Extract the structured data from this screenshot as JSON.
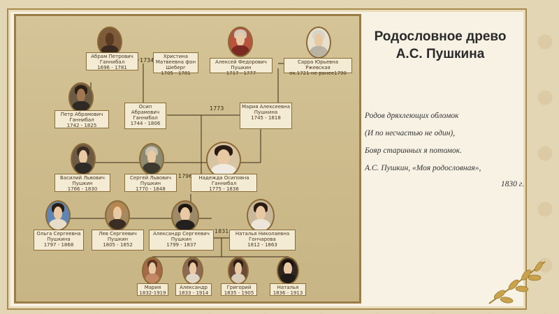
{
  "slide": {
    "title_line1": "Родословное древо",
    "title_line2": "А.С. Пушкина",
    "quote_lines": [
      "Родов дряхлеющих обломок",
      "(И по несчастью не один),",
      "Бояр старинных я потомок.",
      "А.С. Пушкин, «Моя родословная»,"
    ],
    "quote_year": "1830 г."
  },
  "tree": {
    "marriage_years": {
      "hannibal": "1734",
      "osip": "1773",
      "sergey": "1796",
      "alexander": "1831"
    },
    "persons": {
      "abram": {
        "name": "Абрам Петрович Ганнибал",
        "dates": "1696 - 1781"
      },
      "christina": {
        "name": "Христина Матвеевна фон Шеберг",
        "dates": "1705 - 1781"
      },
      "alexey": {
        "name": "Алексей Федорович Пушкин",
        "dates": "1717 - 1777"
      },
      "sarra": {
        "name": "Сарра Юрьевна Ржевская",
        "dates": "ок.1721-не ранее1790"
      },
      "petr": {
        "name": "Петр Абрамович Ганнибал",
        "dates": "1742 - 1825"
      },
      "osip": {
        "name": "Осип Абрамович Ганнибал",
        "dates": "1744 - 1806"
      },
      "maria_a": {
        "name": "Мария Алексеевна Пушкина",
        "dates": "1745 - 1818"
      },
      "vasily": {
        "name": "Василий Львович Пушкин",
        "dates": "1766 - 1830"
      },
      "sergey": {
        "name": "Сергей Львович Пушкин",
        "dates": "1770 - 1848"
      },
      "nadezhda": {
        "name": "Надежда Осиповна Ганнибал",
        "dates": "1775 - 1836"
      },
      "olga": {
        "name": "Ольга Сергеевна Пушкина",
        "dates": "1797 - 1868"
      },
      "lev": {
        "name": "Лев Сергеевич Пушкин",
        "dates": "1805 - 1852"
      },
      "alexander": {
        "name": "Александр Сергеевич Пушкин",
        "dates": "1799 - 1837"
      },
      "natalia_n": {
        "name": "Наталья Николаевна Гончарова",
        "dates": "1812 - 1863"
      },
      "maria_c": {
        "name": "Мария",
        "dates": "1832-1919"
      },
      "alexander_c": {
        "name": "Александр",
        "dates": "1833 - 1914"
      },
      "grigory_c": {
        "name": "Григорий",
        "dates": "1835 - 1905"
      },
      "natalia_c": {
        "name": "Наталья",
        "dates": "1836 - 1913"
      }
    }
  }
}
